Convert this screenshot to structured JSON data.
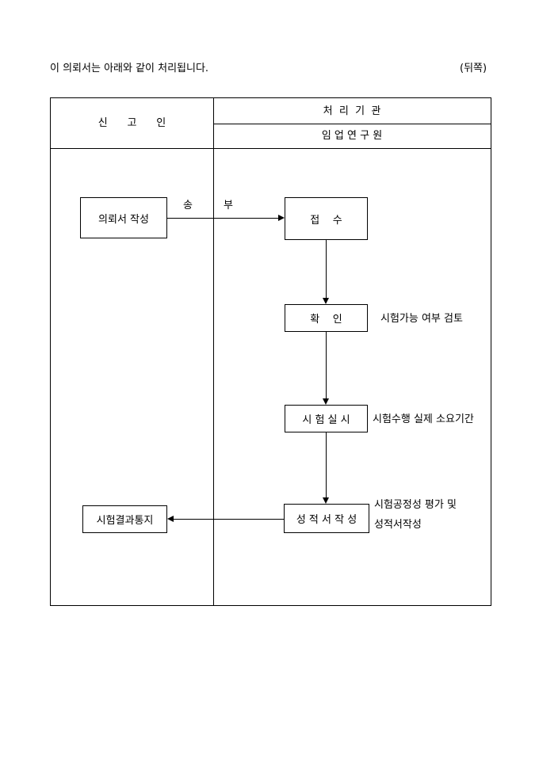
{
  "page": {
    "intro": "이 의뢰서는 아래와 같이 처리됩니다.",
    "corner_label": "(뒤쪽)"
  },
  "table": {
    "left_header": "신      고      인",
    "right_header": "처  리  기  관",
    "right_subheader": "임 업 연 구 원"
  },
  "flow": {
    "request_box": "의뢰서 작성",
    "send_label_1": "송",
    "send_label_2": "부",
    "receipt_box": "접    수",
    "confirm_box": "확    인",
    "confirm_note": "시험가능 여부 검토",
    "test_box": "시 험 실 시",
    "test_note": "시험수행 실제 소요기간",
    "report_box": "성 적 서 작 성",
    "report_note_line1": "시험공정성 평가 및",
    "report_note_line2": "성적서작성",
    "notify_box": "시험결과통지"
  }
}
